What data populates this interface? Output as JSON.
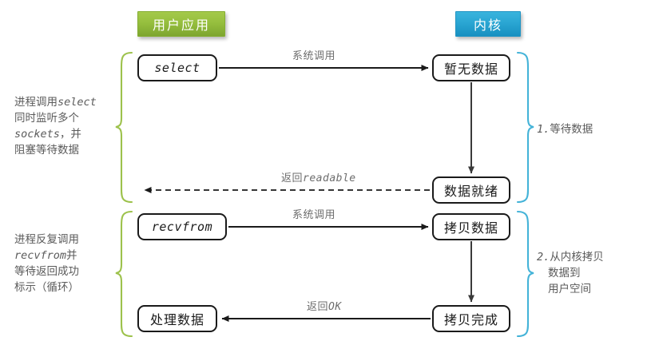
{
  "headers": {
    "user_app": "用户应用",
    "kernel": "内核",
    "user_app_color": "#96bf3e",
    "kernel_color": "#2aa6d3"
  },
  "nodes": {
    "select": "select",
    "no_data": "暂无数据",
    "data_ready": "数据就绪",
    "recvfrom": "recvfrom",
    "copying_data": "拷贝数据",
    "process_data": "处理数据",
    "copy_done": "拷贝完成"
  },
  "edges": {
    "syscall_1": "系统调用",
    "return_readable_prefix": "返回",
    "return_readable_code": "readable",
    "syscall_2": "系统调用",
    "return_ok_prefix": "返回",
    "return_ok_code": "OK"
  },
  "notes": {
    "left_1": {
      "line1_text": "进程调用",
      "line1_code": "select",
      "line2": "同时监听多个",
      "line3_code": "sockets",
      "line3_text": "，并",
      "line4": "阻塞等待数据"
    },
    "left_2": {
      "line1": "进程反复调用",
      "line2_code": "recvfrom",
      "line2_text": "并",
      "line3": "等待返回成功",
      "line4": "标示（循环）"
    },
    "right_1": {
      "index": "1.",
      "line1": "等待数据"
    },
    "right_2": {
      "index": "2.",
      "line1": "从内核拷贝",
      "line2": "数据到",
      "line3": "用户空间"
    }
  },
  "braces": {
    "left_color": "#9dc24c",
    "right_color": "#44b3d8"
  }
}
